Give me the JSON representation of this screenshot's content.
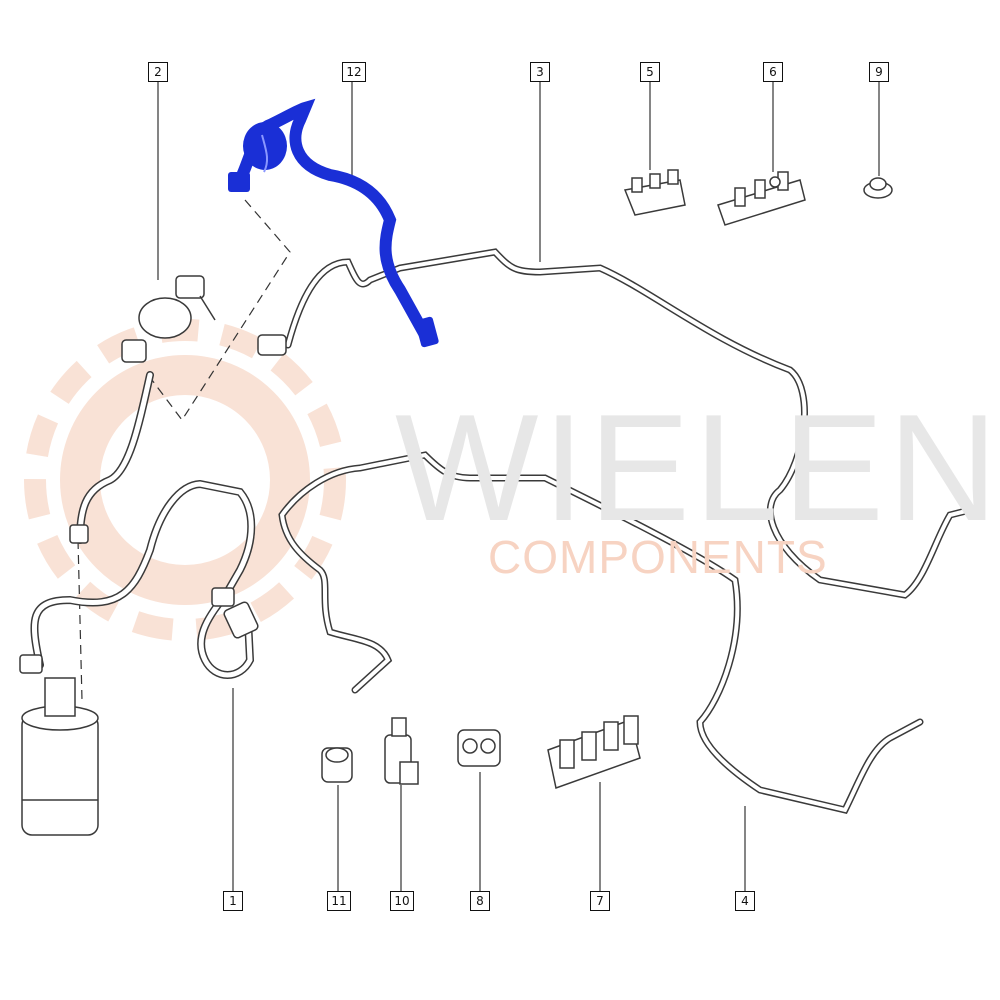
{
  "watermark": {
    "title": "WIELEN",
    "subtitle": "COMPONENTS",
    "logo_icon": "gear-logo-icon",
    "colors": {
      "title": "#e7e7e7",
      "subtitle": "#f7d3c2",
      "gear": "#f9e2d6"
    }
  },
  "colors": {
    "highlight": "#1a2fd6",
    "line": "#3a3a3a",
    "pipe": "#ffffff"
  },
  "callouts": [
    {
      "label": "2"
    },
    {
      "label": "12"
    },
    {
      "label": "3"
    },
    {
      "label": "5"
    },
    {
      "label": "6"
    },
    {
      "label": "9"
    },
    {
      "label": "1"
    },
    {
      "label": "11"
    },
    {
      "label": "10"
    },
    {
      "label": "8"
    },
    {
      "label": "7"
    },
    {
      "label": "4"
    }
  ]
}
